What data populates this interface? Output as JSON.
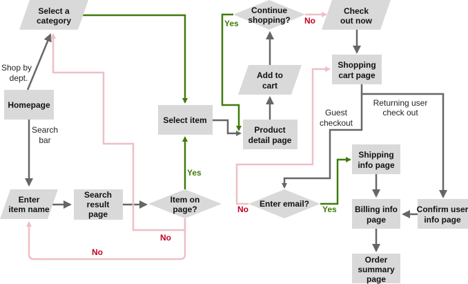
{
  "colors": {
    "node_fill": "#d9d9d9",
    "default_edge": "#666666",
    "yes_edge": "#3e7b0c",
    "no_edge": "#eebfc5",
    "no_label": "#c00020"
  },
  "nodes": {
    "select_category": [
      "Select  a",
      "category"
    ],
    "homepage": [
      "Homepage"
    ],
    "enter_item": [
      "Enter",
      "item name"
    ],
    "search_result": [
      "Search",
      "result",
      "page"
    ],
    "item_on_page": [
      "Item on",
      "page?"
    ],
    "select_item": [
      "Select item"
    ],
    "product_detail": [
      "Product",
      "detail page"
    ],
    "add_to_cart": [
      "Add to",
      "cart"
    ],
    "continue_shopping": [
      "Continue",
      "shopping?"
    ],
    "check_out_now": [
      "Check",
      "out now"
    ],
    "shopping_cart": [
      "Shopping",
      "cart page"
    ],
    "enter_email": [
      "Enter email?"
    ],
    "shipping_info": [
      "Shipping",
      "info page"
    ],
    "billing_info": [
      "Billing info",
      "page"
    ],
    "confirm_user": [
      "Confirm user",
      "info page"
    ],
    "order_summary": [
      "Order",
      "summary",
      "page"
    ]
  },
  "edge_labels": {
    "shop_by_dept": [
      "Shop by",
      "dept."
    ],
    "search_bar": [
      "Search",
      "bar"
    ],
    "item_yes": "Yes",
    "item_no_1": "No",
    "item_no_2": "No",
    "continue_yes": "Yes",
    "continue_no": "No",
    "guest": [
      "Guest",
      "checkout"
    ],
    "returning": [
      "Returning user",
      "check out"
    ],
    "email_yes": "Yes",
    "email_no": "No"
  }
}
